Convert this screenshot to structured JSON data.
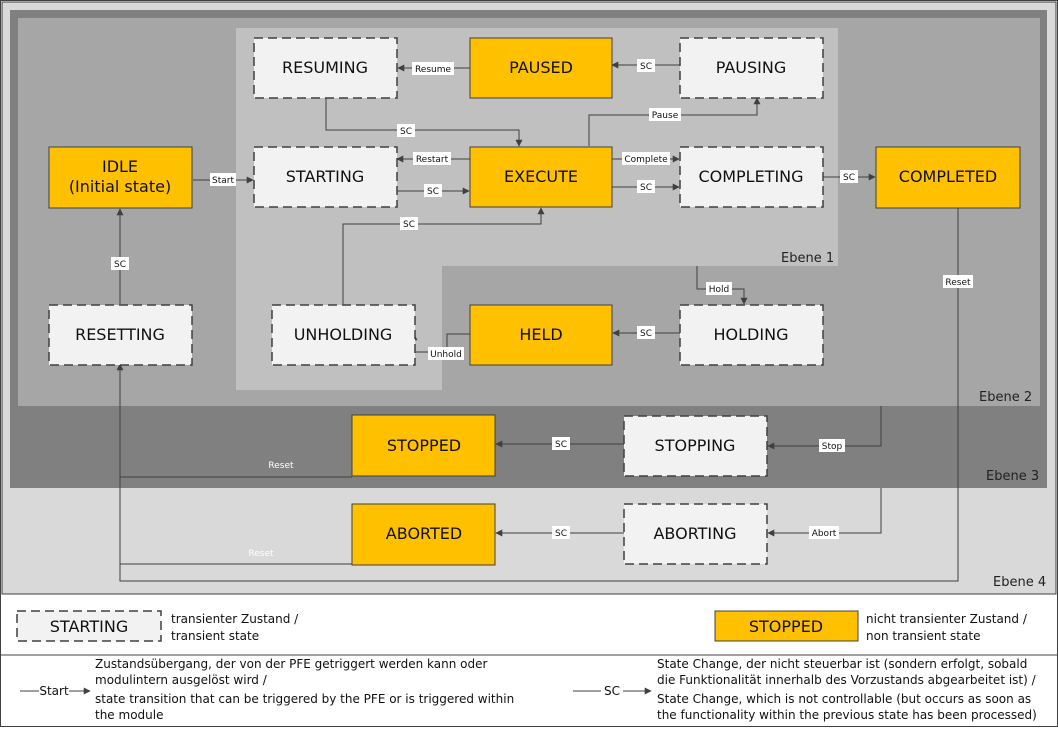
{
  "colors": {
    "level4": "#d9d9d9",
    "level3": "#808080",
    "level2": "#a6a6a6",
    "level1": "#c0c0c0",
    "transient_fill": "#f2f2f2",
    "stable_fill": "#ffc000",
    "line": "#404040"
  },
  "levels": {
    "ebene1": "Ebene 1",
    "ebene2": "Ebene 2",
    "ebene3": "Ebene 3",
    "ebene4": "Ebene 4"
  },
  "states": {
    "resuming": "RESUMING",
    "paused": "PAUSED",
    "pausing": "PAUSING",
    "idle_1": "IDLE",
    "idle_2": "(Initial state)",
    "starting": "STARTING",
    "execute": "EXECUTE",
    "completing": "COMPLETING",
    "completed": "COMPLETED",
    "resetting": "RESETTING",
    "unholding": "UNHOLDING",
    "held": "HELD",
    "holding": "HOLDING",
    "stopped": "STOPPED",
    "stopping": "STOPPING",
    "aborted": "ABORTED",
    "aborting": "ABORTING"
  },
  "transitions": {
    "resume": "Resume",
    "sc": "SC",
    "pause": "Pause",
    "start": "Start",
    "restart": "Restart",
    "complete": "Complete",
    "hold": "Hold",
    "unhold": "Unhold",
    "reset": "Reset",
    "stop": "Stop",
    "abort": "Abort"
  },
  "legend": {
    "transient_box": "STARTING",
    "transient_line1": "transienter Zustand /",
    "transient_line2": "transient state",
    "stable_box": "STOPPED",
    "stable_line1": "nicht transienter Zustand /",
    "stable_line2": "non transient state",
    "start_label": "Start",
    "start_line1": "Zustandsübergang, der von der PFE getriggert werden kann oder",
    "start_line2": "modulintern ausgelöst wird /",
    "start_line3": "state transition that can be triggered by the PFE or is triggered within",
    "start_line4": "the module",
    "sc_label": "SC",
    "sc_line1": "State Change, der nicht steuerbar ist (sondern erfolgt, sobald",
    "sc_line2": "die Funktionalität innerhalb des Vorzustands abgearbeitet ist) /",
    "sc_line3": "State Change, which is not controllable (but occurs as soon as",
    "sc_line4": "the functionality within the previous state has been processed)"
  }
}
